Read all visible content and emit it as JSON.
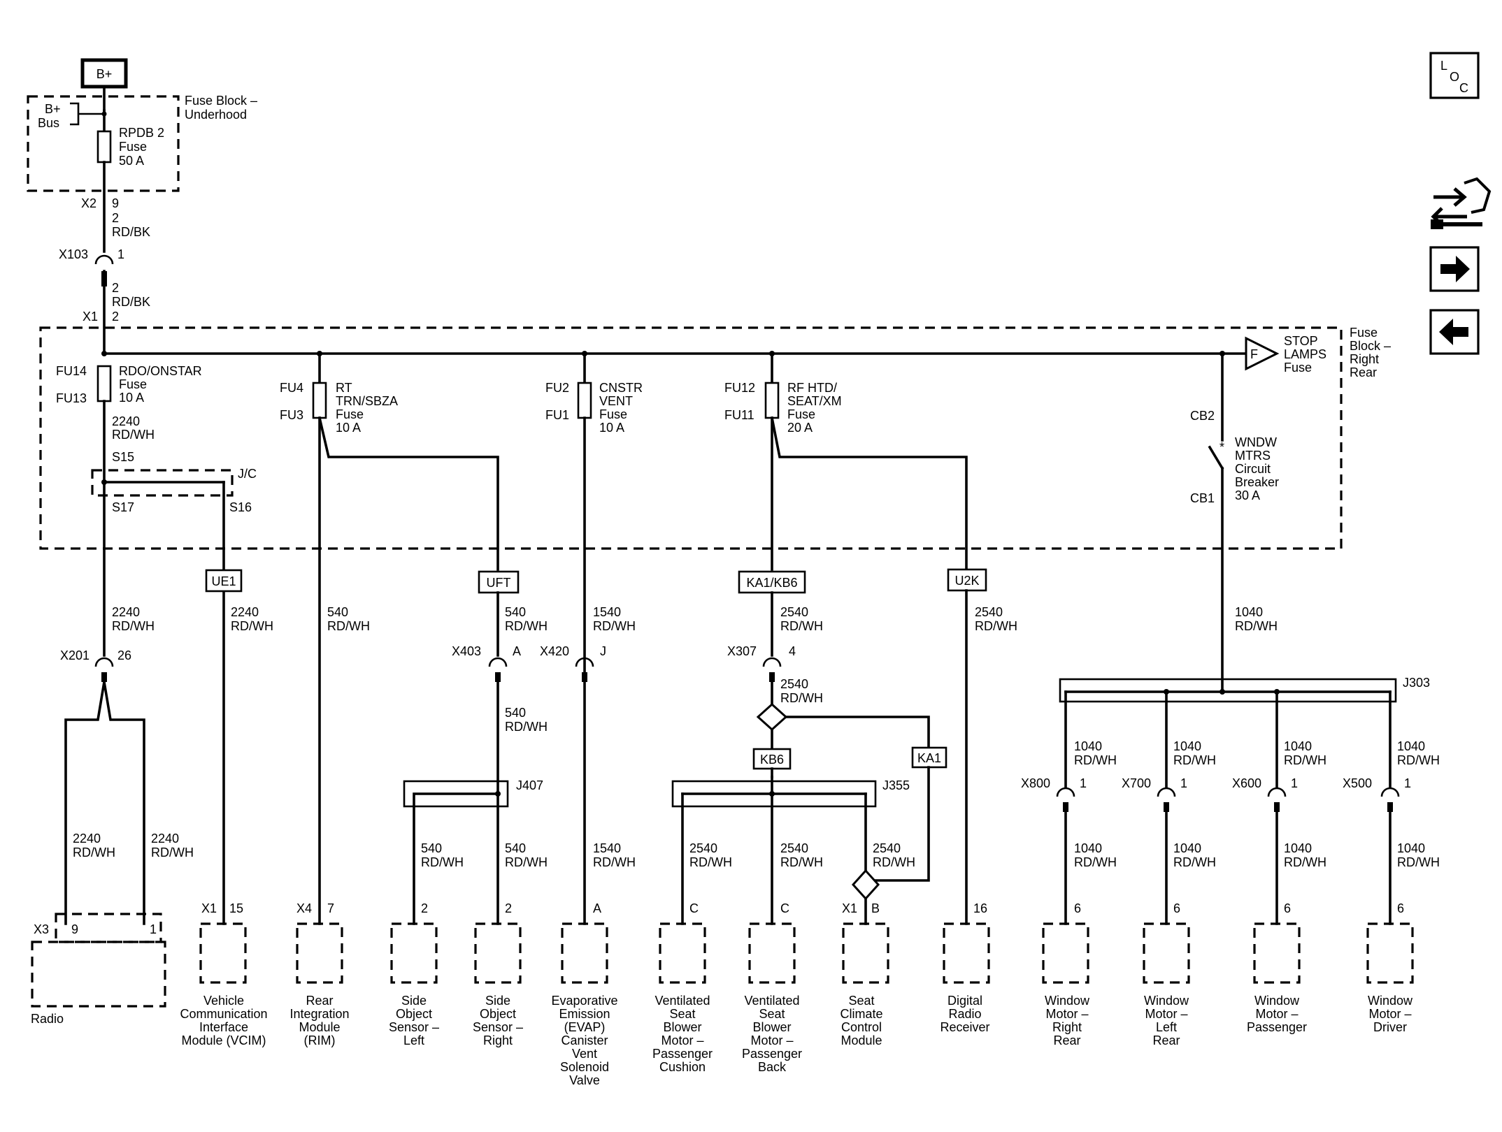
{
  "labels": {
    "bplus": "B+",
    "bplus_bus_1": "B+",
    "bplus_bus_2": "Bus",
    "fuse_block_underhood_1": "Fuse Block –",
    "fuse_block_underhood_2": "Underhood",
    "rpdb2_1": "RPDB 2",
    "rpdb2_2": "Fuse",
    "rpdb2_3": "50 A",
    "x2": "X2",
    "x2_pin": "9",
    "w_top_1": "2",
    "w_top_2": "RD/BK",
    "x103": "X103",
    "x103_pin": "1",
    "w_mid_1": "2",
    "w_mid_2": "RD/BK",
    "x1_top": "X1",
    "x1_top_pin": "2",
    "fuse_block_rr_1": "Fuse",
    "fuse_block_rr_2": "Block –",
    "fuse_block_rr_3": "Right",
    "fuse_block_rr_4": "Rear",
    "fu14": "FU14",
    "fu13": "FU13",
    "rdo_1": "RDO/ONSTAR",
    "rdo_2": "Fuse",
    "rdo_3": "10 A",
    "fu4": "FU4",
    "fu3": "FU3",
    "rt_1": "RT",
    "rt_2": "TRN/SBZA",
    "rt_3": "Fuse",
    "rt_4": "10 A",
    "fu2": "FU2",
    "fu1": "FU1",
    "cnstr_1": "CNSTR",
    "cnstr_2": "VENT",
    "cnstr_3": "Fuse",
    "cnstr_4": "10 A",
    "fu12": "FU12",
    "fu11": "FU11",
    "rf_1": "RF HTD/",
    "rf_2": "SEAT/XM",
    "rf_3": "Fuse",
    "rf_4": "20 A",
    "f_symbol": "F",
    "stop_1": "STOP",
    "stop_2": "LAMPS",
    "stop_3": "Fuse",
    "cb2": "CB2",
    "cb1": "CB1",
    "wndw_1": "WNDW",
    "wndw_2": "MTRS",
    "wndw_3": "Circuit",
    "wndw_4": "Breaker",
    "wndw_5": "30 A",
    "w2240_a1": "2240",
    "w2240_a2": "RD/WH",
    "s15": "S15",
    "jc": "J/C",
    "s17": "S17",
    "s16": "S16",
    "opt_ue1": "UE1",
    "opt_uft": "UFT",
    "opt_ka1kb6": "KA1/KB6",
    "opt_u2k": "U2K",
    "opt_kb6": "KB6",
    "opt_ka1": "KA1",
    "w2240_b1": "2240",
    "w2240_b2": "RD/WH",
    "w2240_c1": "2240",
    "w2240_c2": "RD/WH",
    "w540_a1": "540",
    "w540_a2": "RD/WH",
    "w540_b1": "540",
    "w540_b2": "RD/WH",
    "w1540_a1": "1540",
    "w1540_a2": "RD/WH",
    "w2540_a1": "2540",
    "w2540_a2": "RD/WH",
    "w2540_u1": "2540",
    "w2540_u2": "RD/WH",
    "w1040_a1": "1040",
    "w1040_a2": "RD/WH",
    "x201": "X201",
    "x201_pin": "26",
    "x403": "X403",
    "x403_pin": "A",
    "x420": "X420",
    "x420_pin": "J",
    "x307": "X307",
    "x307_pin": "4",
    "w540_c1": "540",
    "w540_c2": "RD/WH",
    "w2540_b1": "2540",
    "w2540_b2": "RD/WH",
    "j303": "J303",
    "j407": "J407",
    "j355": "J355",
    "w1040_r1": "1040",
    "w1040_r2": "RD/WH",
    "w1040_l1": "1040",
    "w1040_l2": "RD/WH",
    "w1040_p1": "1040",
    "w1040_p2": "RD/WH",
    "w1040_d1": "1040",
    "w1040_d2": "RD/WH",
    "x800": "X800",
    "x800_pin": "1",
    "x700": "X700",
    "x700_pin": "1",
    "x600": "X600",
    "x600_pin": "1",
    "x500": "X500",
    "x500_pin": "1",
    "w2240_d1": "2240",
    "w2240_d2": "RD/WH",
    "w2240_e1": "2240",
    "w2240_e2": "RD/WH",
    "w540_d1": "540",
    "w540_d2": "RD/WH",
    "w540_e1": "540",
    "w540_e2": "RD/WH",
    "w1540_b1": "1540",
    "w1540_b2": "RD/WH",
    "w2540_c1": "2540",
    "w2540_c2": "RD/WH",
    "w2540_d1": "2540",
    "w2540_d2": "RD/WH",
    "w2540_e1": "2540",
    "w2540_e2": "RD/WH",
    "w1040_e1": "1040",
    "w1040_e2": "RD/WH",
    "w1040_f1": "1040",
    "w1040_f2": "RD/WH",
    "w1040_g1": "1040",
    "w1040_g2": "RD/WH",
    "w1040_h1": "1040",
    "w1040_h2": "RD/WH",
    "x3": "X3",
    "radio_pin9": "9",
    "radio_pin1": "1",
    "vcim_conn": "X1",
    "vcim_pin": "15",
    "rim_conn": "X4",
    "rim_pin": "7",
    "sosl_pin": "2",
    "sosr_pin": "2",
    "evap_pin": "A",
    "vsc_pin": "C",
    "vsb_pin": "C",
    "scc_conn": "X1",
    "scc_pin": "B",
    "drr_pin": "16",
    "wmrr_pin": "6",
    "wmlr_pin": "6",
    "wmp_pin": "6",
    "wmd_pin": "6",
    "radio": "Radio",
    "vcim_1": "Vehicle",
    "vcim_2": "Communication",
    "vcim_3": "Interface",
    "vcim_4": "Module (VCIM)",
    "rim_1": "Rear",
    "rim_2": "Integration",
    "rim_3": "Module",
    "rim_4": "(RIM)",
    "sosl_1": "Side",
    "sosl_2": "Object",
    "sosl_3": "Sensor –",
    "sosl_4": "Left",
    "sosr_1": "Side",
    "sosr_2": "Object",
    "sosr_3": "Sensor –",
    "sosr_4": "Right",
    "evap_1": "Evaporative",
    "evap_2": "Emission",
    "evap_3": "(EVAP)",
    "evap_4": "Canister",
    "evap_5": "Vent",
    "evap_6": "Solenoid",
    "evap_7": "Valve",
    "vsc_1": "Ventilated",
    "vsc_2": "Seat",
    "vsc_3": "Blower",
    "vsc_4": "Motor –",
    "vsc_5": "Passenger",
    "vsc_6": "Cushion",
    "vsb_1": "Ventilated",
    "vsb_2": "Seat",
    "vsb_3": "Blower",
    "vsb_4": "Motor –",
    "vsb_5": "Passenger",
    "vsb_6": "Back",
    "scc_1": "Seat",
    "scc_2": "Climate",
    "scc_3": "Control",
    "scc_4": "Module",
    "drr_1": "Digital",
    "drr_2": "Radio",
    "drr_3": "Receiver",
    "wmrr_1": "Window",
    "wmrr_2": "Motor –",
    "wmrr_3": "Right",
    "wmrr_4": "Rear",
    "wmlr_1": "Window",
    "wmlr_2": "Motor –",
    "wmlr_3": "Left",
    "wmlr_4": "Rear",
    "wmp_1": "Window",
    "wmp_2": "Motor –",
    "wmp_3": "Passenger",
    "wmd_1": "Window",
    "wmd_2": "Motor –",
    "wmd_3": "Driver",
    "loc_l": "L",
    "loc_o": "O",
    "loc_c": "C"
  },
  "icons": {
    "location": "loc-icon",
    "component_view": "harness-icon",
    "next": "arrow-right-icon",
    "previous": "arrow-left-icon"
  }
}
